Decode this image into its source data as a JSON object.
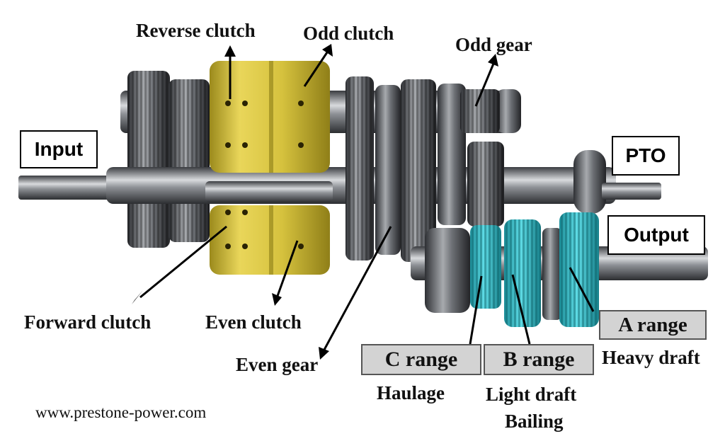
{
  "labels": {
    "reverse_clutch": "Reverse clutch",
    "odd_clutch": "Odd clutch",
    "odd_gear": "Odd gear",
    "input": "Input",
    "pto": "PTO",
    "output": "Output",
    "forward_clutch": "Forward clutch",
    "even_clutch": "Even clutch",
    "even_gear": "Even gear",
    "a_range": "A range",
    "heavy_draft": "Heavy draft",
    "c_range": "C range",
    "haulage": "Haulage",
    "b_range": "B range",
    "light_draft": "Light draft",
    "bailing": "Bailing"
  },
  "watermark": "www.prestone-power.com",
  "colors": {
    "clutch_gold": "#d9c440",
    "range_gear_cyan": "#3fc4cf",
    "shaft_steel": "#8a8d92",
    "range_box_fill": "#d3d3d3"
  }
}
